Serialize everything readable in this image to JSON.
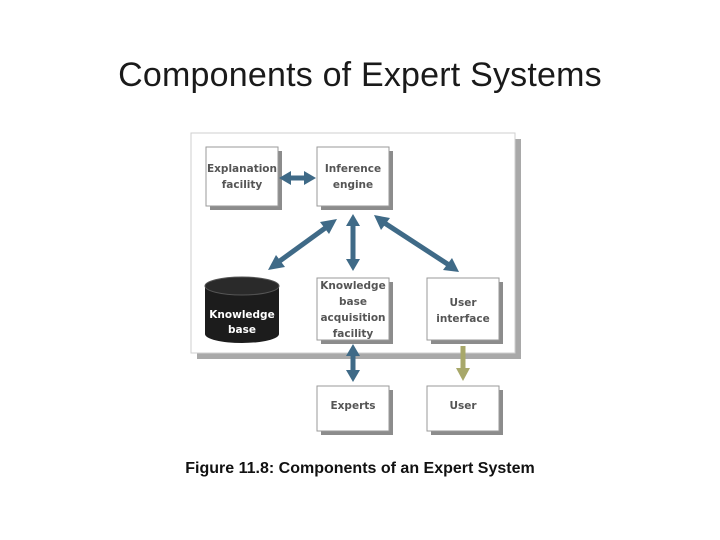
{
  "title": "Components of Expert Systems",
  "caption": "Figure 11.8: Components of an Expert System",
  "diagram": {
    "explanation_facility": [
      "Explanation",
      "facility"
    ],
    "inference_engine": [
      "Inference",
      "engine"
    ],
    "knowledge_base": [
      "Knowledge",
      "base"
    ],
    "knowledge_base_acquisition_facility": [
      "Knowledge",
      "base",
      "acquisition",
      "facility"
    ],
    "user_interface": [
      "User",
      "interface"
    ],
    "experts": [
      "Experts"
    ],
    "user": [
      "User"
    ]
  },
  "colors": {
    "arrow": "#3f6a87",
    "user_arrow": "#a8a86a",
    "box_text": "#4a4a4a",
    "knowledge_base_fill": "#1c1c1c"
  }
}
